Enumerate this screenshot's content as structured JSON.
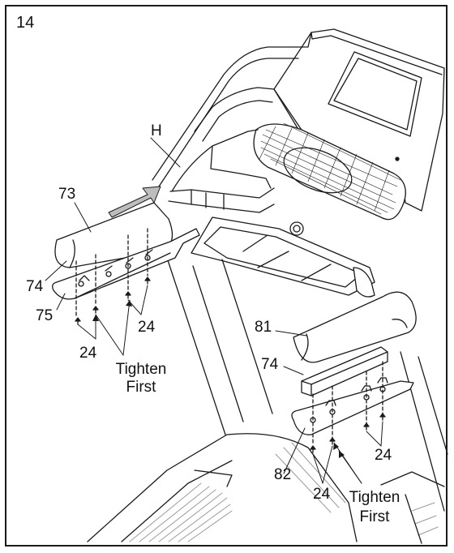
{
  "step_number": "14",
  "labels": {
    "h": "H",
    "p73": "73",
    "p74_left": "74",
    "p75": "75",
    "p24_left_a": "24",
    "p24_left_b": "24",
    "tighten_left_1": "Tighten",
    "tighten_left_2": "First",
    "p81": "81",
    "p74_right": "74",
    "p82": "82",
    "p24_right_a": "24",
    "p24_right_b": "24",
    "tighten_right_1": "Tighten",
    "tighten_right_2": "First"
  },
  "colors": {
    "ink": "#1a1a1a",
    "arrow_fill": "#bdbdbd",
    "tread": "#9a9a9a"
  }
}
